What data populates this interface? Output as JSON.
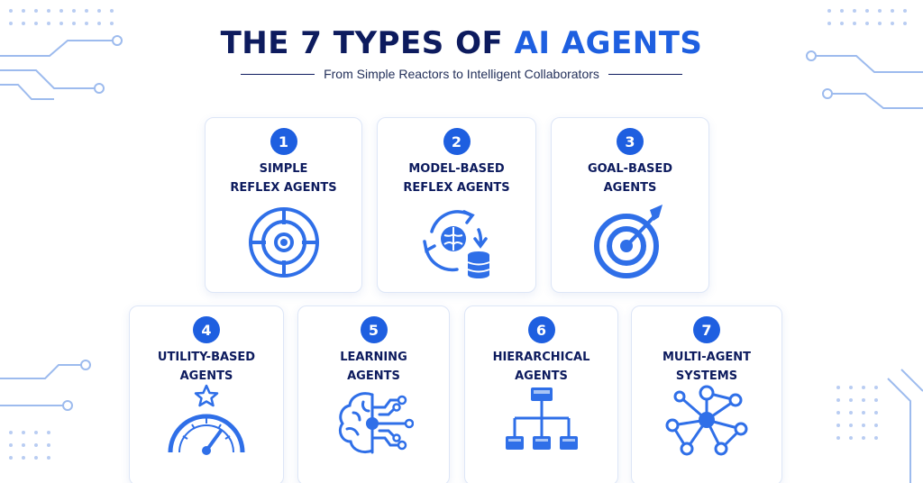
{
  "header": {
    "title_prefix": "THE 7 TYPES OF ",
    "title_accent": "AI AGENTS",
    "subtitle": "From Simple Reactors to Intelligent Collaborators"
  },
  "colors": {
    "navy": "#0d1b5e",
    "accent_blue": "#1e5fe0",
    "icon_blue": "#2f6fe8",
    "card_border": "#dde6f7"
  },
  "agents": [
    {
      "number": "1",
      "line1": "SIMPLE",
      "line2": "REFLEX AGENTS",
      "icon": "crosshair-target-icon"
    },
    {
      "number": "2",
      "line1": "MODEL-BASED",
      "line2": "REFLEX AGENTS",
      "icon": "brain-cycle-database-icon"
    },
    {
      "number": "3",
      "line1": "GOAL-BASED",
      "line2": "AGENTS",
      "icon": "bullseye-arrow-icon"
    },
    {
      "number": "4",
      "line1": "UTILITY-BASED",
      "line2": "AGENTS",
      "icon": "star-gauge-icon"
    },
    {
      "number": "5",
      "line1": "LEARNING",
      "line2": "AGENTS",
      "icon": "circuit-brain-icon"
    },
    {
      "number": "6",
      "line1": "HIERARCHICAL",
      "line2": "AGENTS",
      "icon": "org-chart-icon"
    },
    {
      "number": "7",
      "line1": "MULTI-AGENT",
      "line2": "SYSTEMS",
      "icon": "network-nodes-icon"
    }
  ]
}
